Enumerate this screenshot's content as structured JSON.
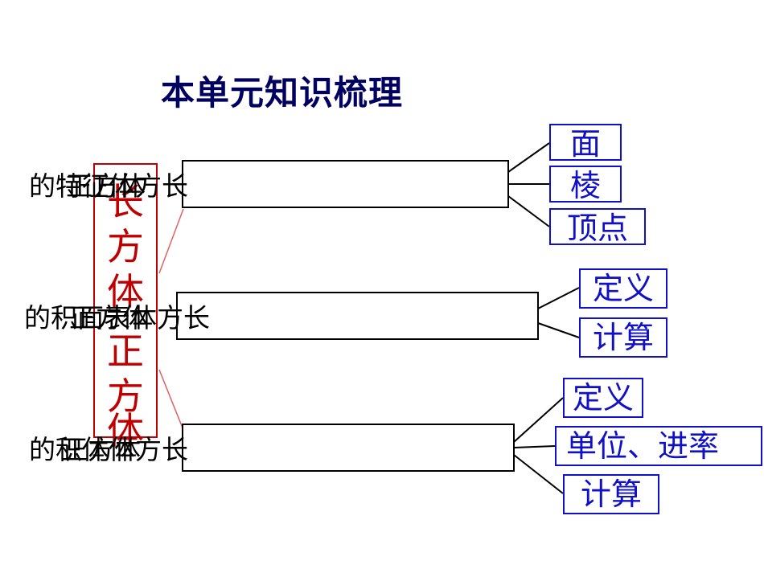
{
  "title": "本单元知识梳理",
  "vertical_label": [
    "长",
    "方",
    "体",
    "正",
    "方",
    "体"
  ],
  "rows": [
    {
      "label_a": "的特征体方长",
      "label_b": "正方体",
      "items": [
        "面",
        "棱",
        "顶点"
      ]
    },
    {
      "label_a": "的积面表体方长",
      "label_b": "正方体",
      "items": [
        "定义",
        "计算"
      ]
    },
    {
      "label_a": "的积体体方长",
      "label_b": "正方体",
      "items": [
        "定义",
        "单位、进率",
        "计算"
      ]
    }
  ],
  "colors": {
    "title": "#000060",
    "accent_red": "#c00000",
    "leaf_blue": "#1010c8"
  }
}
